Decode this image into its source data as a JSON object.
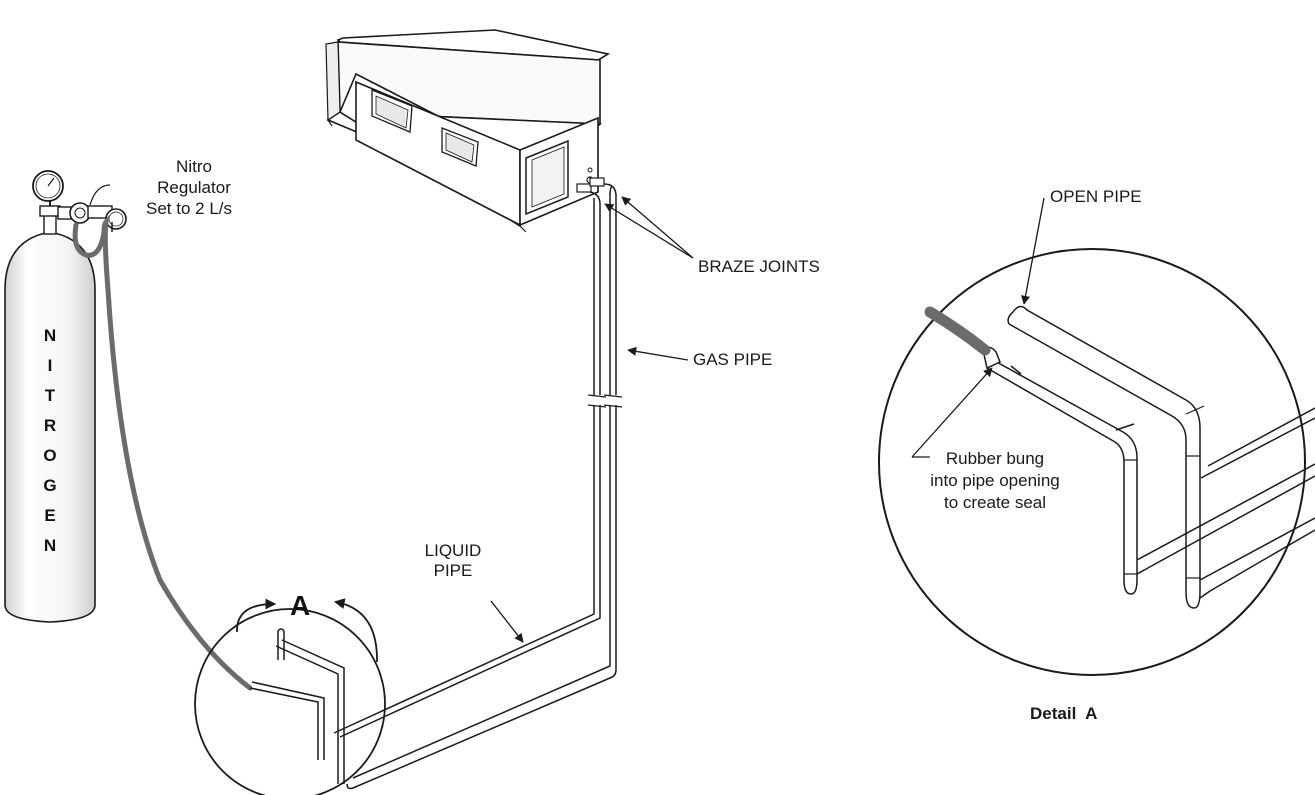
{
  "labels": {
    "regulator_line1": "Nitro",
    "regulator_line2": "Regulator",
    "regulator_line3": "Set to 2 L/s",
    "braze_joints": "BRAZE JOINTS",
    "gas_pipe": "GAS PIPE",
    "liquid_pipe_line1": "LIQUID",
    "liquid_pipe_line2": "PIPE",
    "detail_marker": "A",
    "open_pipe": "OPEN PIPE",
    "bung_line1": "Rubber bung",
    "bung_line2": "into pipe opening",
    "bung_line3": "to create seal",
    "detail_caption": "Detail  A"
  },
  "tank_letters": [
    "N",
    "I",
    "T",
    "R",
    "O",
    "G",
    "E",
    "N"
  ],
  "colors": {
    "line": "#1a1a1a",
    "hose": "#6b6b6b",
    "tank_shade": "#e6e6e6"
  }
}
